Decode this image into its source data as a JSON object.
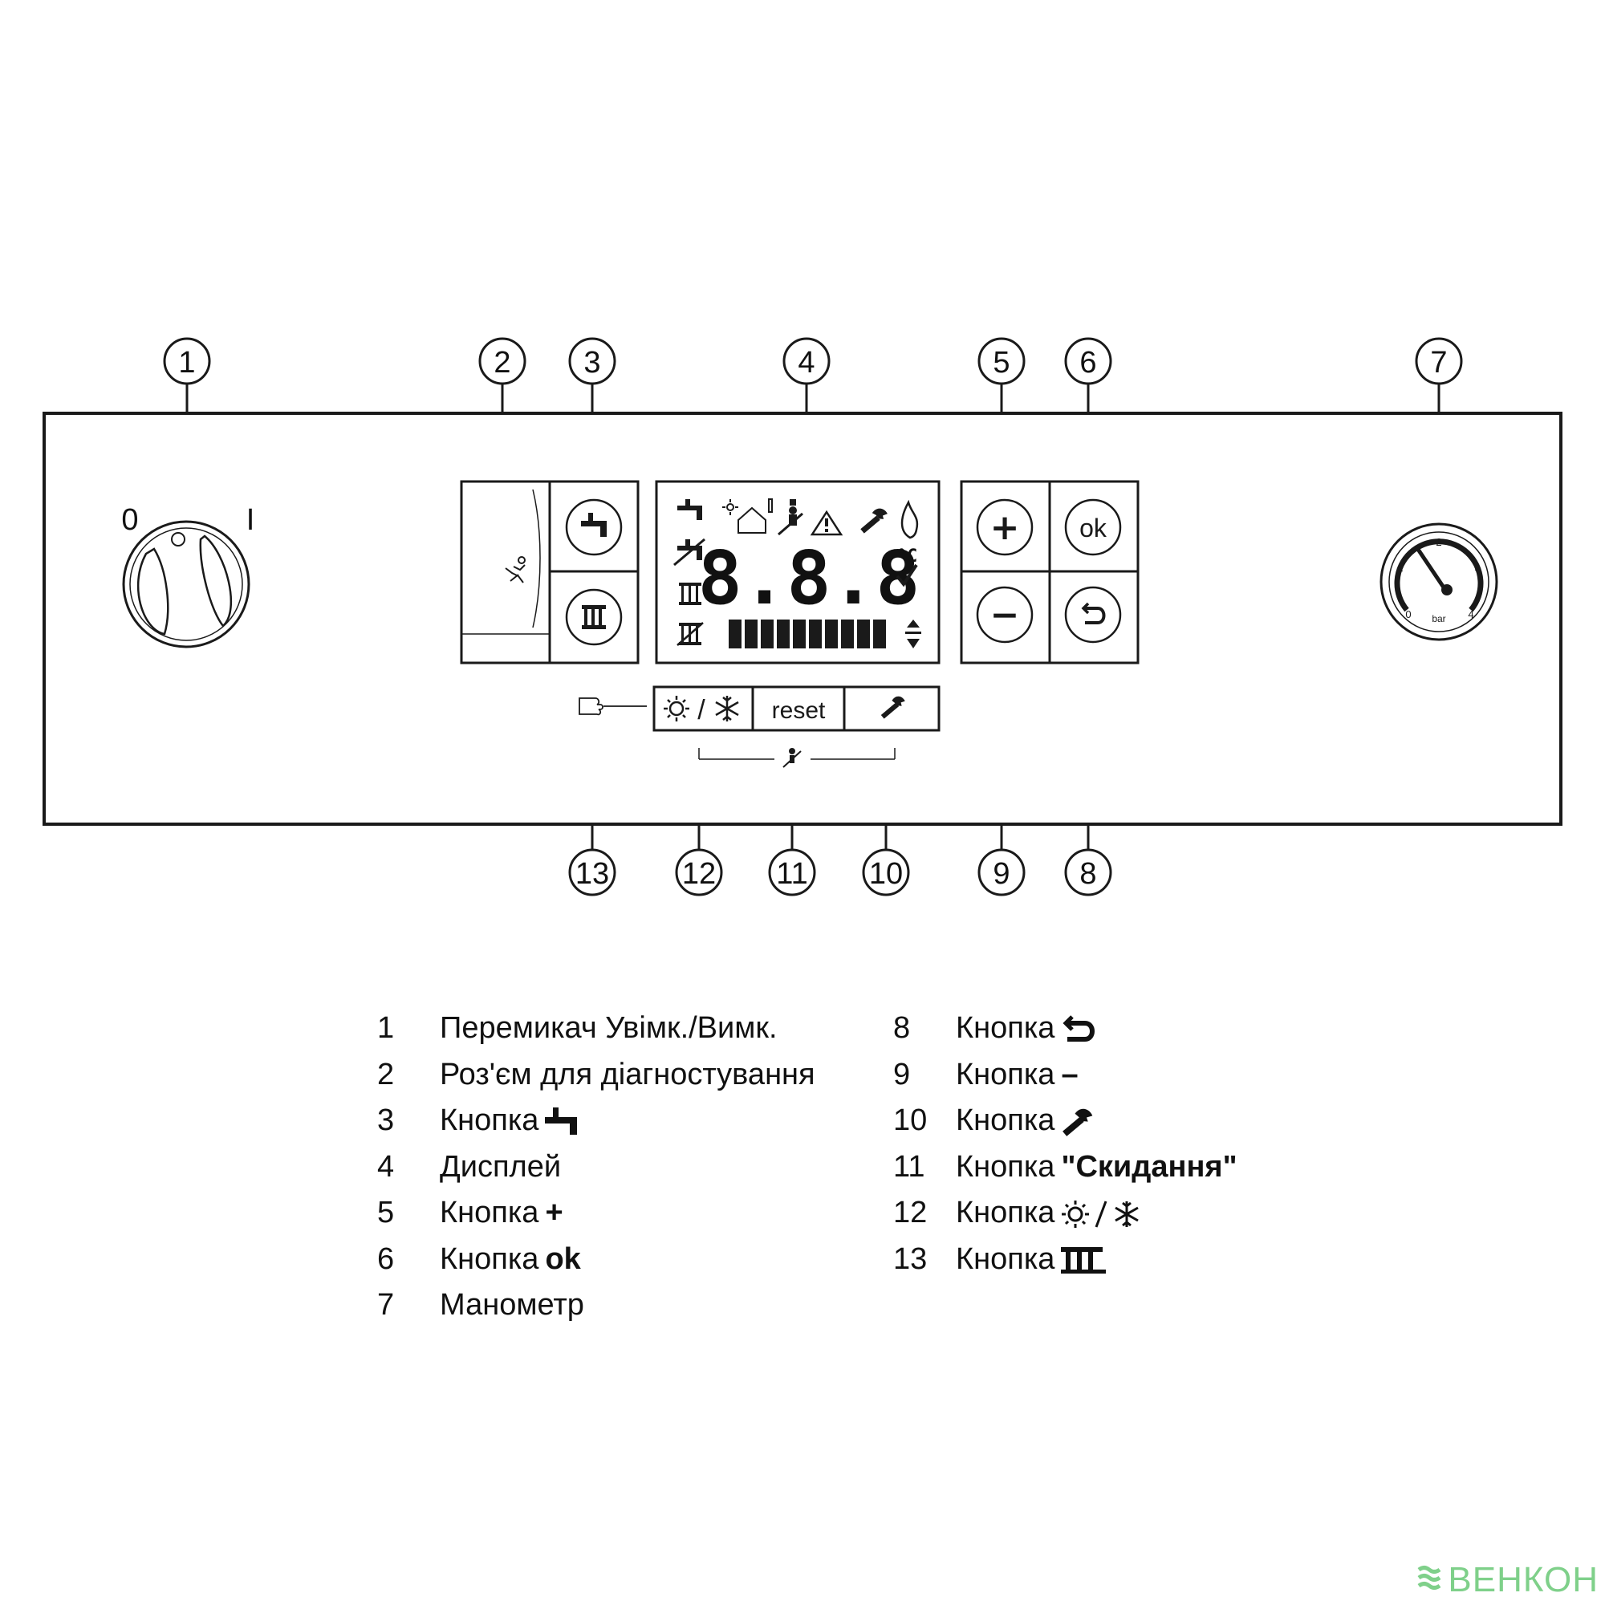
{
  "callouts": [
    "1",
    "2",
    "3",
    "4",
    "5",
    "6",
    "7",
    "8",
    "9",
    "10",
    "11",
    "12",
    "13"
  ],
  "switch": {
    "off_label": "0",
    "on_label": "I"
  },
  "display": {
    "digits": "8.8.8",
    "unit": "°C"
  },
  "buttons": {
    "plus": "+",
    "ok": "ok",
    "minus": "−",
    "reset": "reset",
    "summer_winter_separator": "/"
  },
  "gauge": {
    "ticks": [
      "0",
      "1",
      "2",
      "3",
      "4"
    ],
    "unit": "bar"
  },
  "legend": {
    "left": [
      {
        "num": "1",
        "text": "Перемикач Увімк./Вимк."
      },
      {
        "num": "2",
        "text": "Роз'єм для діагностування"
      },
      {
        "num": "3",
        "text": "Кнопка",
        "icon": "hot-water-tap-icon"
      },
      {
        "num": "4",
        "text": "Дисплей"
      },
      {
        "num": "5",
        "text": "Кнопка",
        "symbol": "+"
      },
      {
        "num": "6",
        "text": "Кнопка",
        "symbol": "ok"
      },
      {
        "num": "7",
        "text": "Манометр"
      }
    ],
    "right": [
      {
        "num": "8",
        "text": "Кнопка",
        "icon": "back-arrow-icon"
      },
      {
        "num": "9",
        "text": "Кнопка",
        "symbol": "–"
      },
      {
        "num": "10",
        "text": "Кнопка",
        "icon": "wrench-icon"
      },
      {
        "num": "11",
        "text": "Кнопка",
        "symbol": "\"Скидання\""
      },
      {
        "num": "12",
        "text": "Кнопка",
        "icon": "sun-snowflake-icon"
      },
      {
        "num": "13",
        "text": "Кнопка",
        "icon": "radiator-icon"
      }
    ]
  },
  "watermark": "ВЕНКОН",
  "colors": {
    "line": "#1a1a1a",
    "watermark": "#7fd08a"
  }
}
